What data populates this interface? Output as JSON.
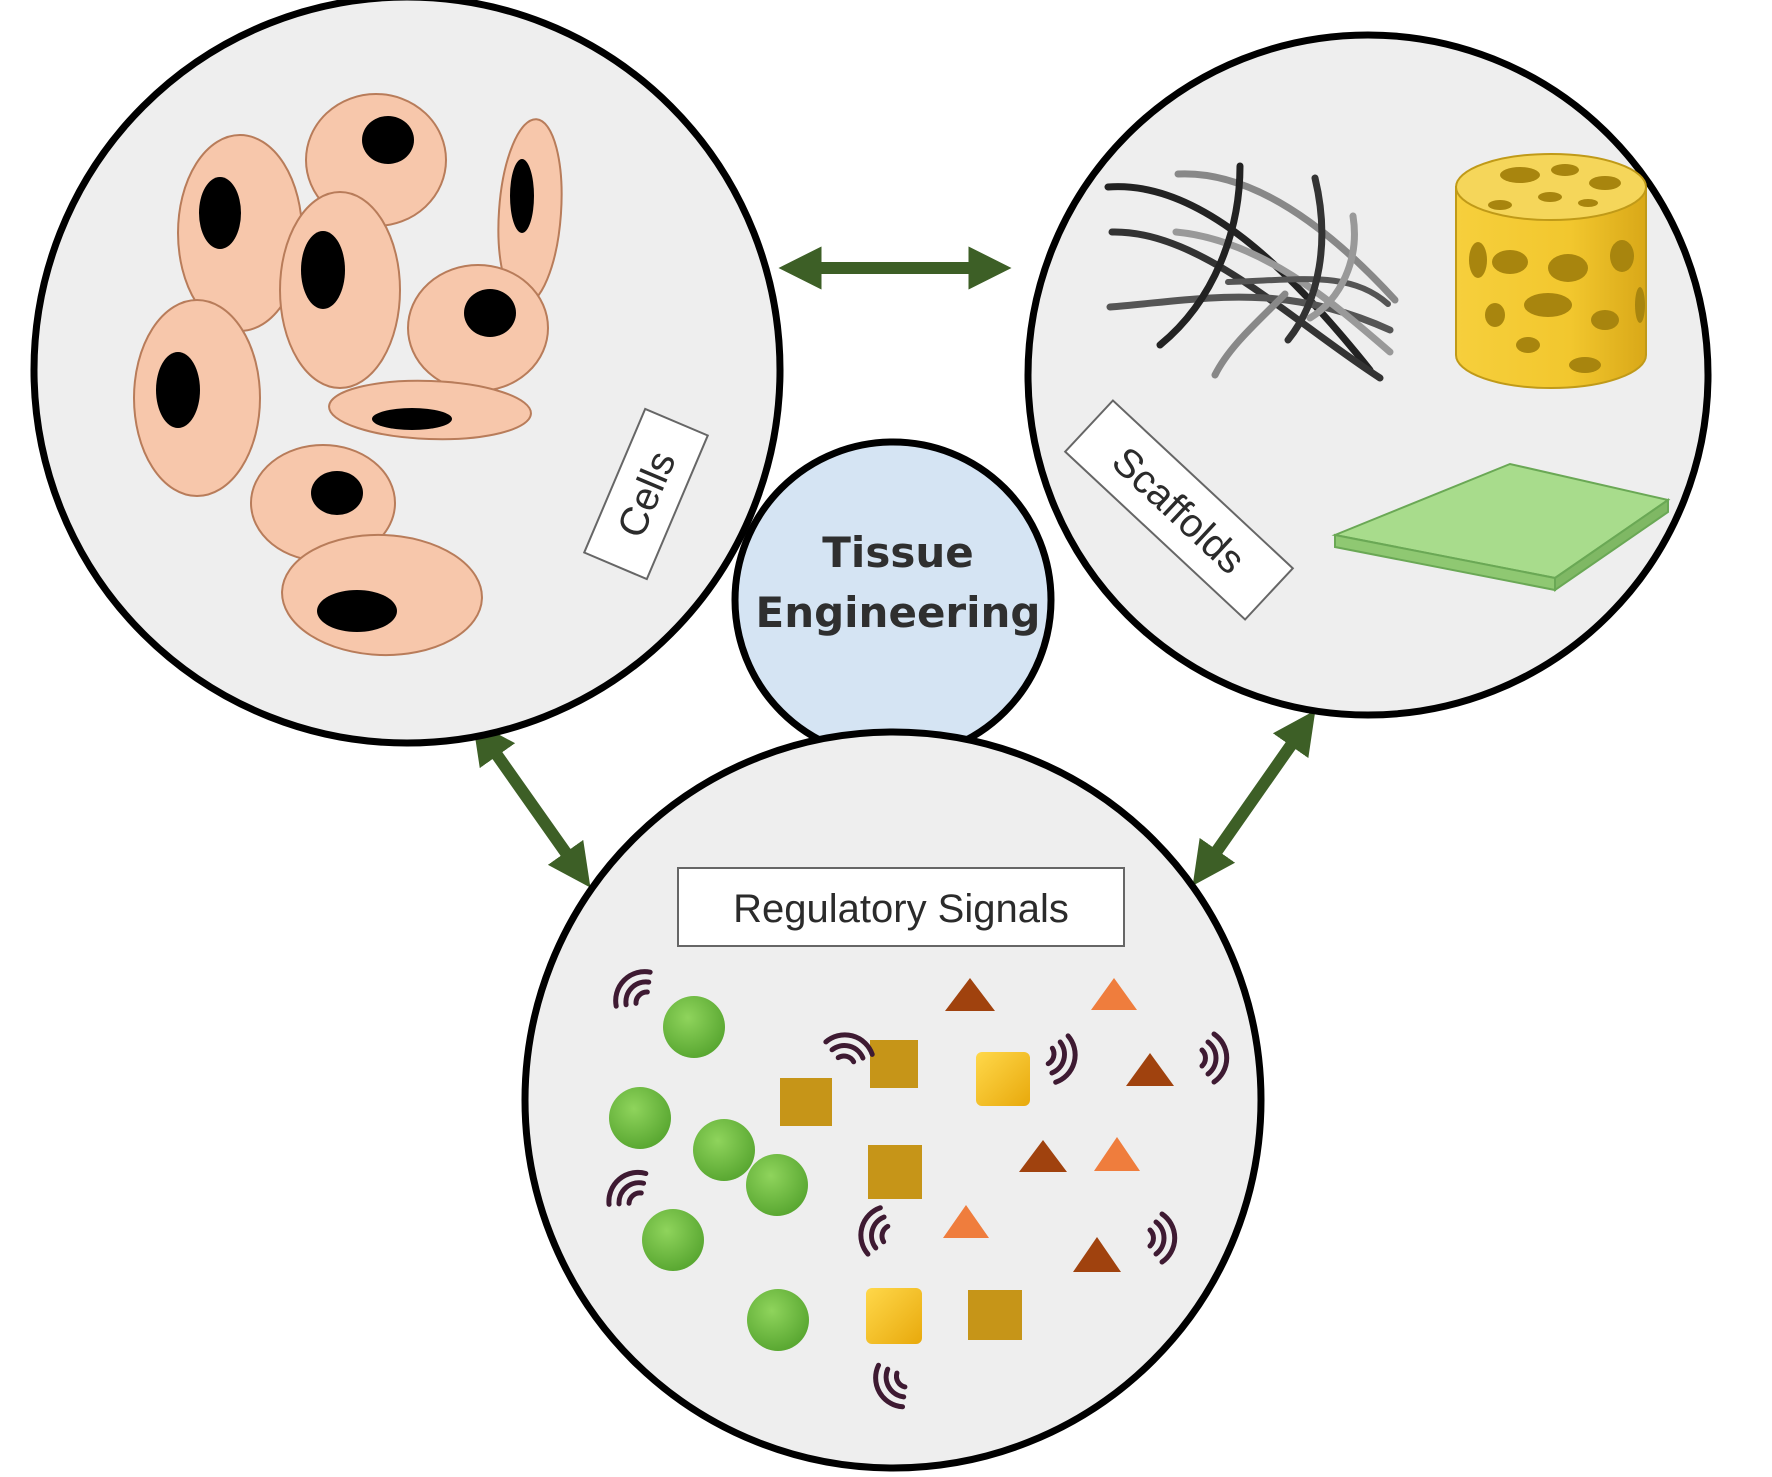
{
  "center": {
    "line1": "Tissue",
    "line2": "Engineering"
  },
  "panels": {
    "cells": {
      "label": "Cells"
    },
    "scaffolds": {
      "label": "Scaffolds"
    },
    "signals": {
      "label": "Regulatory Signals"
    }
  },
  "colors": {
    "panel_fill": "#eeeeee",
    "center_fill": "#d5e4f3",
    "arrow": "#3d5f26",
    "cell_fill": "#f7c7ab",
    "cell_stroke": "#b87c5a",
    "nucleus": "#000000",
    "scaffold_cylinder": "#f2c72e",
    "scaffold_sheet": "#a8dc8c",
    "signal_green": "#6cbf3c",
    "signal_gold": "#c69518",
    "signal_yellow": "#f5c21a",
    "signal_brown": "#a0420e",
    "signal_orange": "#ef7d3d",
    "wave": "#3e1a32"
  },
  "icons": [
    "cell-icon",
    "fiber-mesh-icon",
    "porous-cylinder-icon",
    "flat-sheet-icon",
    "sphere-icon",
    "square-icon",
    "triangle-icon",
    "signal-wave-icon"
  ]
}
